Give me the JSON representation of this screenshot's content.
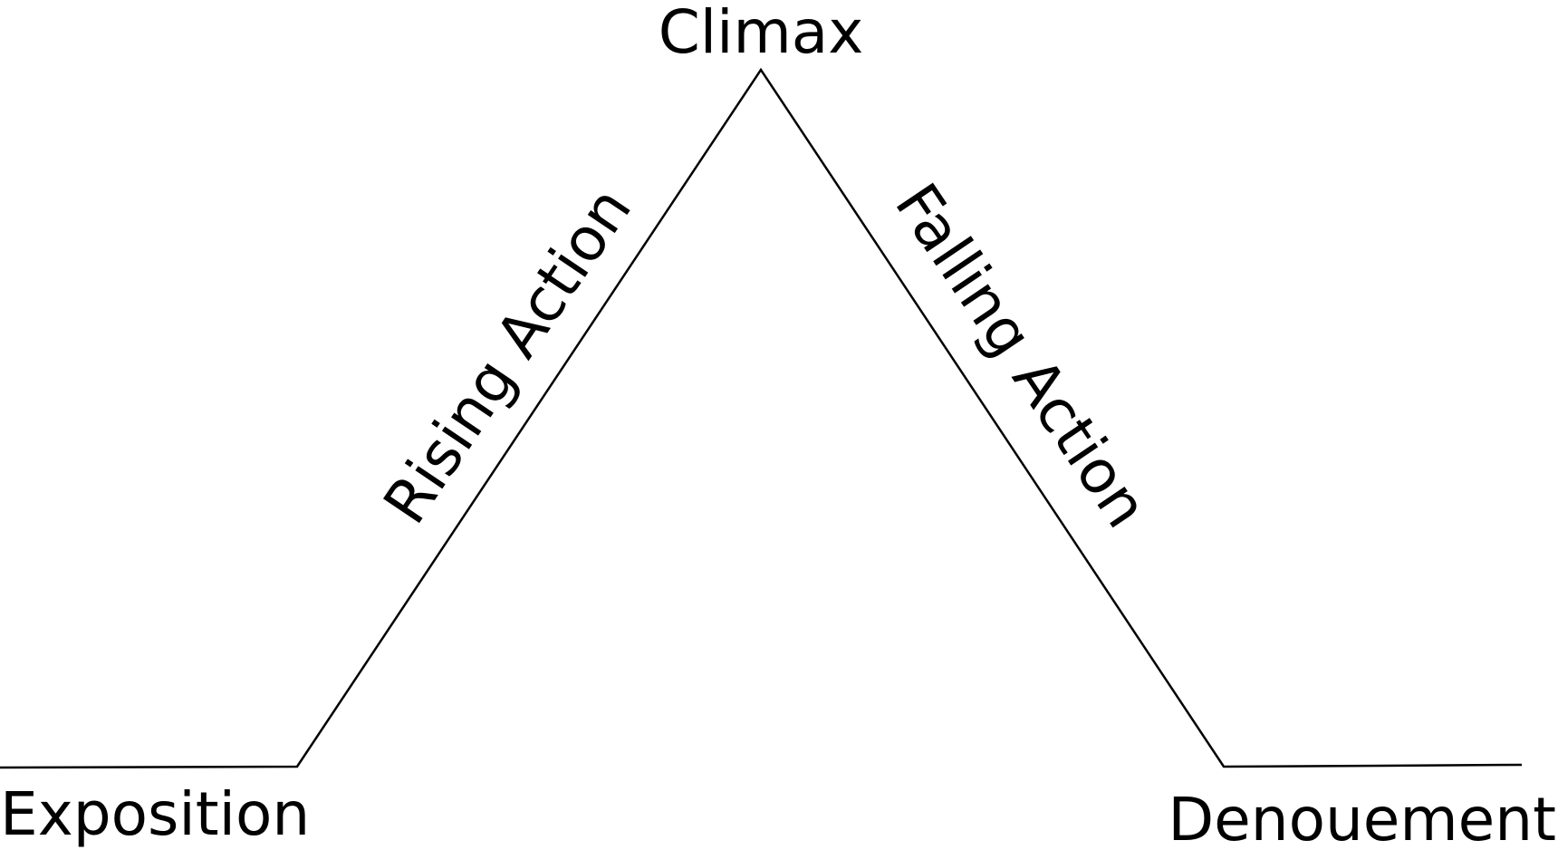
{
  "diagram": {
    "labels": {
      "climax": "Climax",
      "rising_action": "Rising Action",
      "falling_action": "Falling Action",
      "exposition": "Exposition",
      "denouement": "Denouement"
    },
    "colors": {
      "line": "#000000",
      "text": "#000000",
      "background": "#ffffff"
    }
  }
}
